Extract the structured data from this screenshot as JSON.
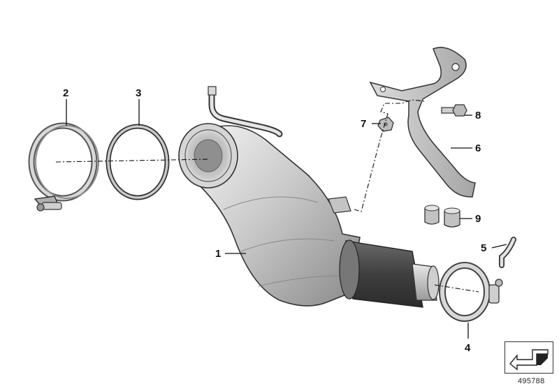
{
  "diagram": {
    "callouts": [
      "1",
      "2",
      "3",
      "4",
      "5",
      "6",
      "7",
      "8",
      "9"
    ],
    "catalog_number": "495788",
    "colors": {
      "metal_light": "#e6e6e6",
      "metal_mid": "#b9b9b9",
      "metal_dark": "#7a7a7a",
      "sleeve_dark": "#4a4a4a",
      "ink": "#111111"
    },
    "icons": [
      "orientation-arrow-icon"
    ]
  }
}
